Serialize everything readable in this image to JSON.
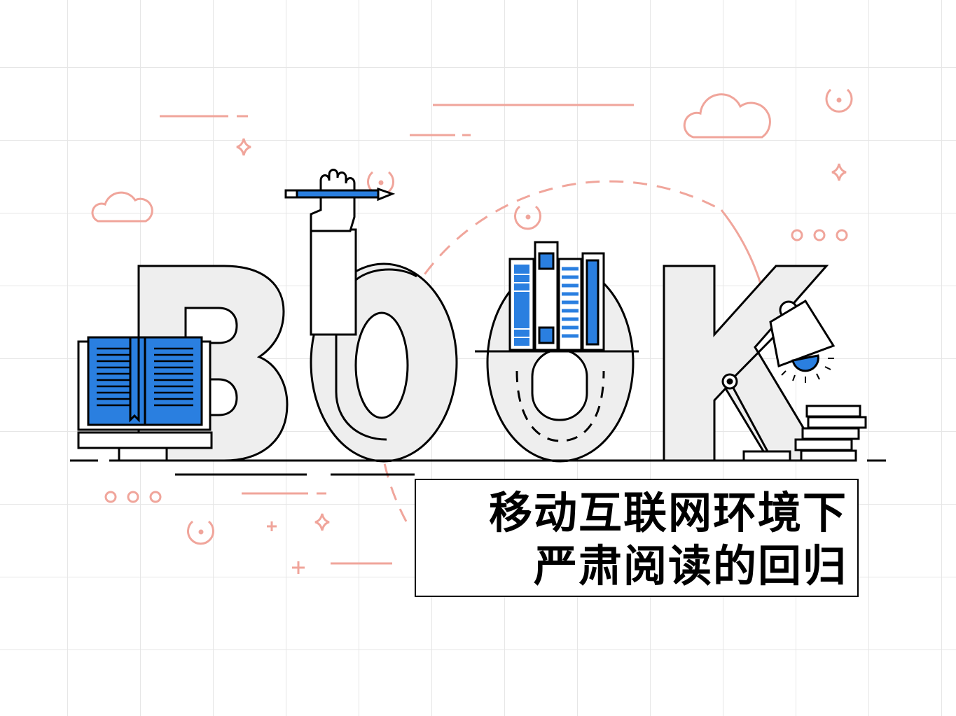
{
  "poster": {
    "title_word": "BOOK",
    "caption_line1": "移动互联网环境下",
    "caption_line2": "严肃阅读的回归"
  },
  "colors": {
    "accent_blue": "#2a7fe0",
    "decor_pink": "#f0a59b",
    "letter_fill": "#eeeeee",
    "ink": "#000000"
  },
  "icons": [
    "cloud-icon",
    "sparkle-icon",
    "dotted-circle-icon",
    "three-dots-icon",
    "open-book-icon",
    "pencil-hand-icon",
    "desk-lamp-icon",
    "book-stack-icon"
  ]
}
